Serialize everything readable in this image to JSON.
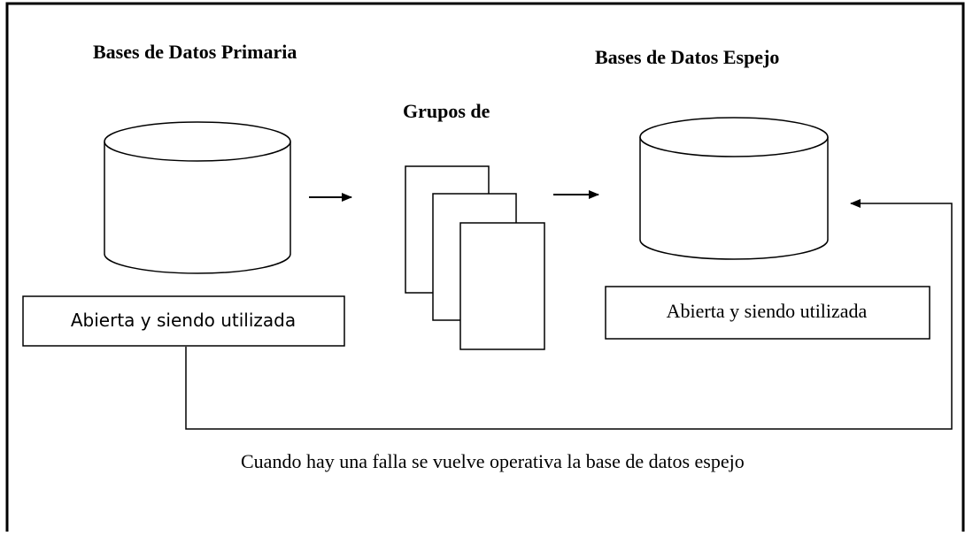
{
  "primary": {
    "title": "Bases de Datos Primaria",
    "status": "Abierta y siendo utilizada"
  },
  "groups": {
    "title": "Grupos de"
  },
  "mirror": {
    "title": "Bases de Datos Espejo",
    "status": "Abierta y siendo utilizada"
  },
  "caption": "Cuando hay una falla se vuelve operativa la base de datos espejo",
  "colors": {
    "stroke": "#000000",
    "background": "#ffffff"
  }
}
